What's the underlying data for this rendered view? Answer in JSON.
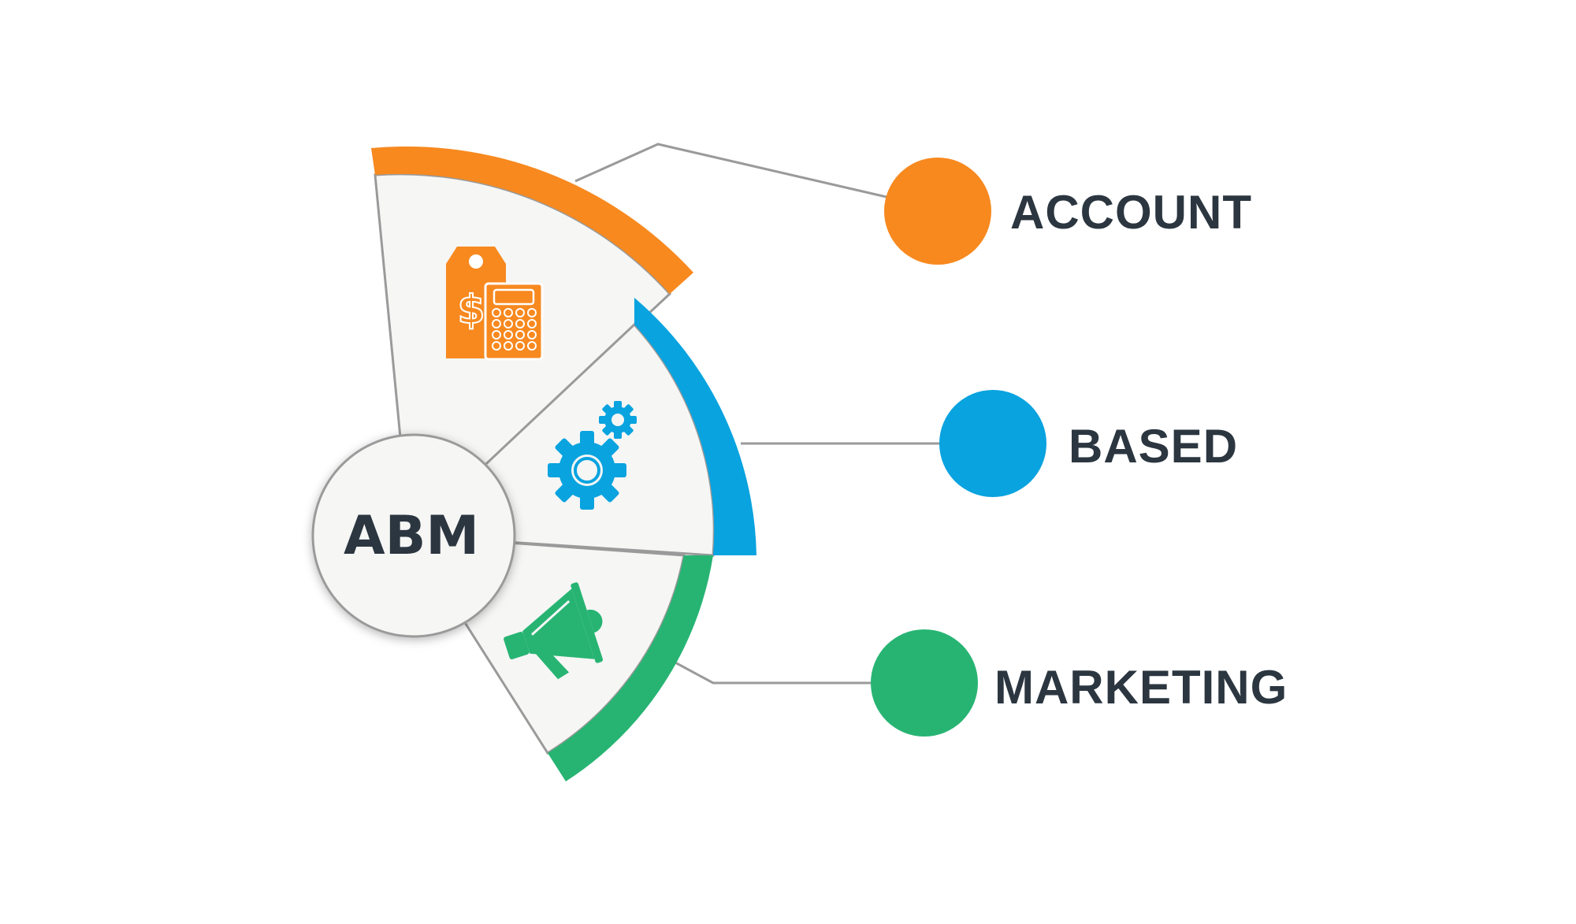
{
  "center": {
    "label": "ABM"
  },
  "segments": [
    {
      "label": "ACCOUNT",
      "color": "#f7891f",
      "icon": "price-tag-calculator-icon"
    },
    {
      "label": "BASED",
      "color": "#09a3df",
      "icon": "gears-icon"
    },
    {
      "label": "MARKETING",
      "color": "#27b473",
      "icon": "megaphone-icon"
    }
  ],
  "panel_fill": "#f6f6f5",
  "line_color": "#9a9a9a",
  "text_color": "#2b3640"
}
